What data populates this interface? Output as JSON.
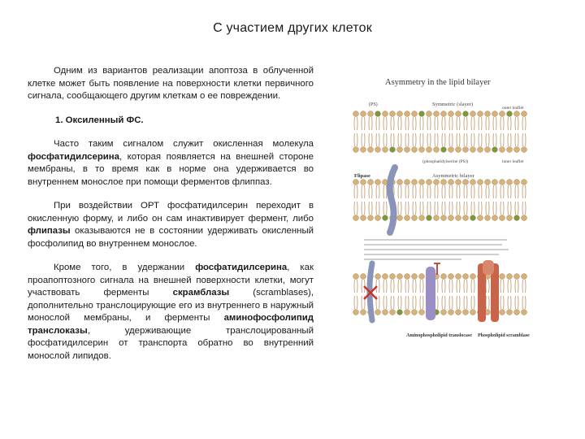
{
  "slide": {
    "title": "С участием других клеток"
  },
  "text": {
    "p1": "Одним из вариантов реализации апоптоза в облученной клетке может быть появление на поверхности клетки первичного сигнала, сообщающего другим клеткам о ее повреждении.",
    "heading": "1. Оксиленный ФС.",
    "p2_a": "Часто таким сигналом служит окисленная молекула ",
    "p2_b": "фосфатидилсерина",
    "p2_c": ", которая появляется на внешней стороне мембраны, в то время как в норме она удерживается во внутреннем монослое при помощи ферментов флиппаз.",
    "p3_a": "При воздействии ОРТ фосфатидилсерин переходит в окисленную форму, и либо он сам инактивирует фермент, либо ",
    "p3_b": "флипазы",
    "p3_c": " оказываются не в состоянии удерживать окисленный фосфолипид во внутреннем монослое.",
    "p4_a": "Кроме того, в удержании ",
    "p4_b": "фосфатидилсерина",
    "p4_c": ", как проапоптозного сигнала на внешней поверхности клетки, могут участвовать ферменты ",
    "p4_d": "скрамблазы",
    "p4_e": " (scramblases), дополнительно транслоцирующие его из внутреннего в наружный монослой мембраны, и ферменты ",
    "p4_f": "аминофосфолипид транслоказы",
    "p4_g": ", удерживающие транслоцированный фосфатидилсерин от транспорта обратно во внутренний монослой липидов."
  },
  "figure": {
    "heading": "Asymmetry in the lipid bilayer",
    "label_ps": "(PS)",
    "label_symmetric": "Symmetric (slayer)",
    "label_outer": "outer leaflet",
    "label_inner": "inner leaflet",
    "label_phosphatidylserine": "(phosphatidylserine (PS))",
    "label_flipase": "Flipase",
    "label_asymmetric": "Asymmetric bilayer",
    "label_aminophospholipid": "Aminophospholipid translocase",
    "label_scramblase": "Phospholipid scramblase",
    "colors": {
      "head": "#d9b27a",
      "head_ps": "#7a9a3a",
      "tail": "#c9a882",
      "flipase": "#8a94b8",
      "translocase": "#9a8ec4",
      "scramblase": "#c8644a",
      "inhibit": "#c03a2a"
    }
  }
}
